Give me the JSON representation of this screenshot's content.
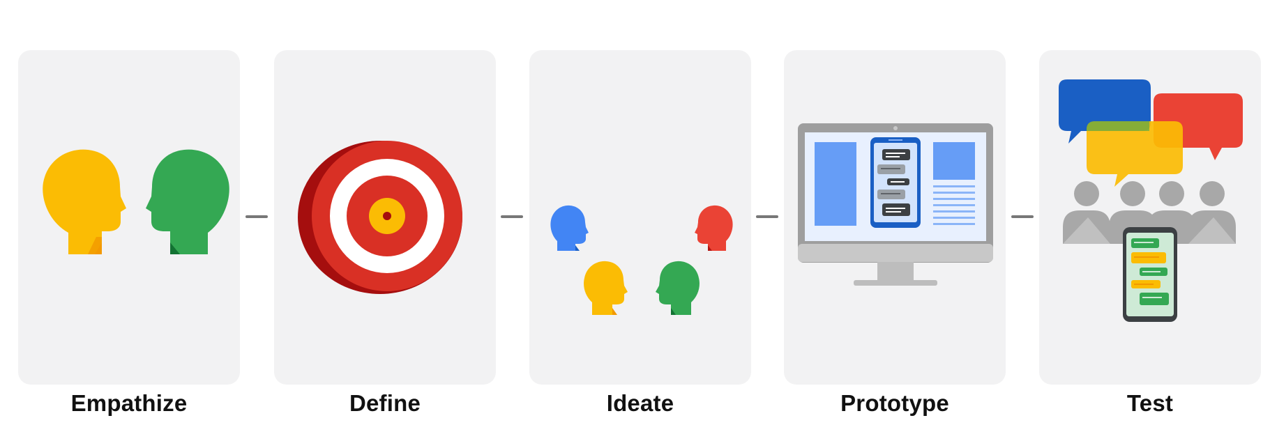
{
  "stages": [
    {
      "label": "Empathize",
      "icon": "two-heads-icon"
    },
    {
      "label": "Define",
      "icon": "target-icon"
    },
    {
      "label": "Ideate",
      "icon": "group-of-heads-icon"
    },
    {
      "label": "Prototype",
      "icon": "monitor-with-phone-icon"
    },
    {
      "label": "Test",
      "icon": "people-with-chat-bubbles-icon"
    }
  ],
  "colors": {
    "card_background": "#f2f2f3",
    "connector": "#777777",
    "yellow": "#fbbc04",
    "green": "#34a853",
    "blue": "#4285f4",
    "red": "#ea4335",
    "target_red": "#d93025"
  }
}
